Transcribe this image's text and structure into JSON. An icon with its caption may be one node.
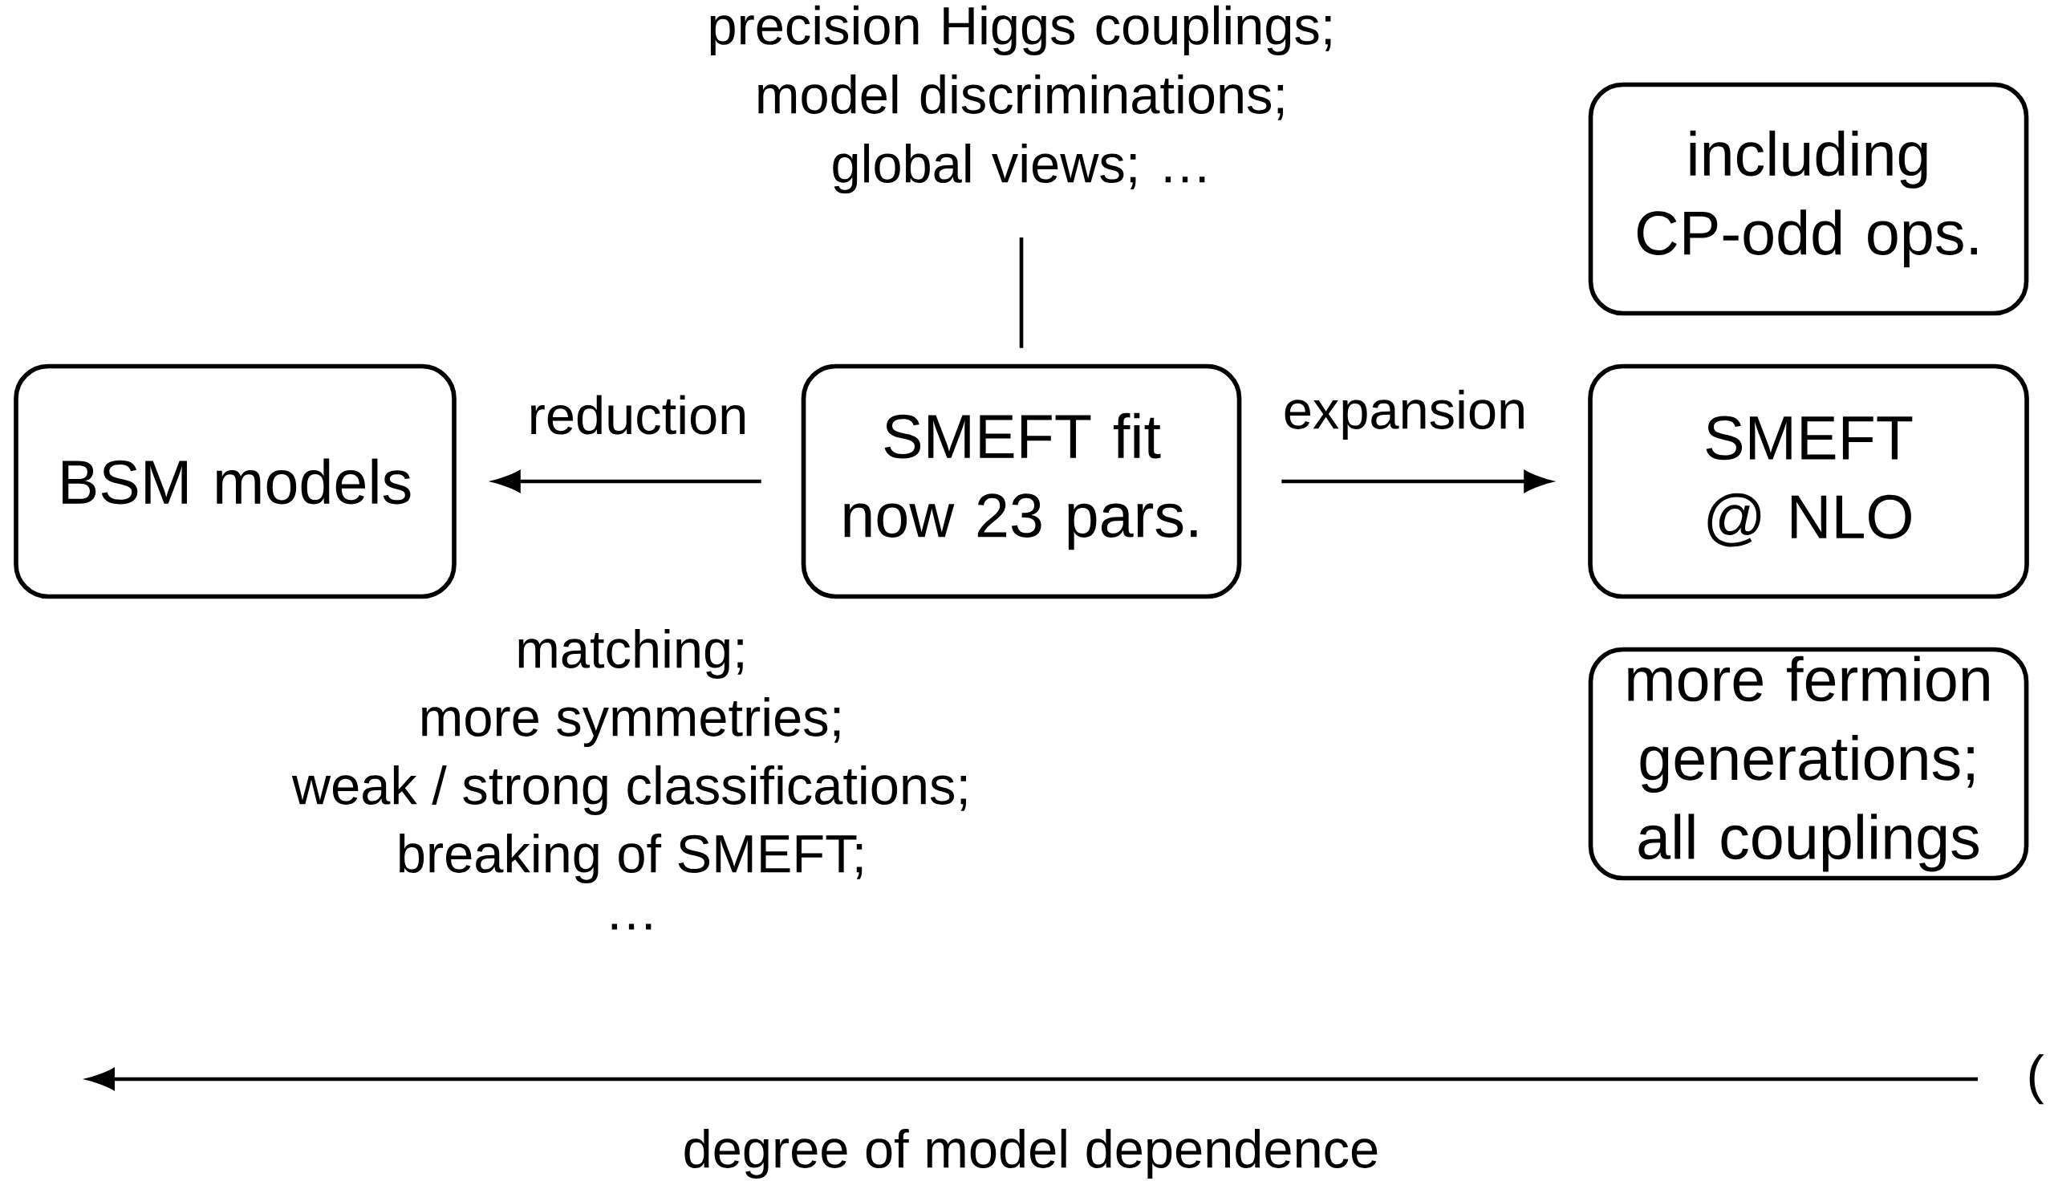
{
  "diagram": {
    "nodes": [
      {
        "text": [
          "precision Higgs couplings; model discriminations; global views; …"
        ]
      },
      {
        "text": [
          "BSM models"
        ]
      },
      {
        "text": [
          "SMEFT fit now 23 pars."
        ]
      },
      {
        "text": [
          "SMEFT @ NLO"
        ]
      },
      {
        "text": [
          "including CP-odd ops."
        ]
      },
      {
        "text": [
          "more fermion generations; all couplings"
        ]
      }
    ],
    "edges": [
      {
        "from": 2,
        "to": 1,
        "arrow": "to",
        "label": "reduction"
      },
      {
        "from": 2,
        "to": 3,
        "arrow": "to",
        "label": "expansion"
      },
      {
        "from": 0,
        "to": 2,
        "arrow": "none"
      }
    ],
    "labels": [
      "matching;",
      "more symmetries;",
      "weak / strong classifications;",
      "breaking of SMEFT;",
      "…",
      "(",
      "degree of model dependence"
    ]
  }
}
